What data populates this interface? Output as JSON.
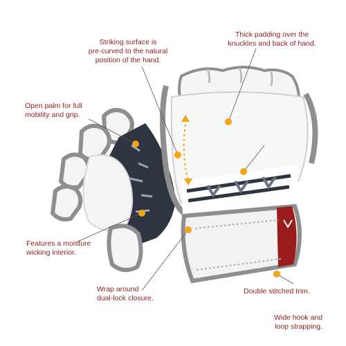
{
  "colors": {
    "accent_text": "#8c1e1e",
    "leader_line": "#555555",
    "callout_dot": "#f2a413",
    "glove_white": "#f5f5f5",
    "glove_trim": "#8e8e8e",
    "print_dark": "#2e3440",
    "brand_red": "#9b1c1c"
  },
  "callouts": {
    "striking_surface": {
      "line1": "Striking surface is",
      "line2": "pre-curved to the natural",
      "line3": "position of the hand."
    },
    "thick_padding": {
      "line1": "Thick padding over the",
      "line2": "knuckles and back of hand."
    },
    "open_palm": {
      "line1": "Open palm for full",
      "line2": "mobility and grip."
    },
    "moisture_wicking": {
      "line1": "Features a moisture",
      "line2": "wicking interior."
    },
    "wrap_around": {
      "line1": "Wrap around",
      "line2": "dual-lock closure."
    },
    "double_stitched": {
      "line1": "Double stitched trim."
    },
    "hook_loop": {
      "line1": "Wide hook and",
      "line2": "loop strapping."
    }
  },
  "illustration": {
    "subject": "two white MMA grappling gloves, palm side and back side",
    "icons": [
      "glove-back-icon",
      "glove-palm-icon",
      "callout-dot-icon"
    ]
  }
}
